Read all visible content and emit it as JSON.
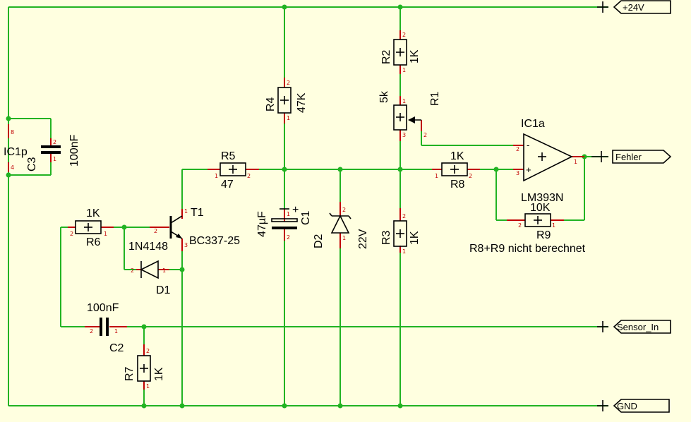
{
  "ports": {
    "vcc": "+24V",
    "fehler": "Fehler",
    "sensor": "Sensor_In",
    "gnd": "GND"
  },
  "components": {
    "R1": {
      "name": "R1",
      "value": "5k"
    },
    "R2": {
      "name": "R2",
      "value": "1K"
    },
    "R3": {
      "name": "R3",
      "value": "1K"
    },
    "R4": {
      "name": "R4",
      "value": "47K"
    },
    "R5": {
      "name": "R5",
      "value": "47"
    },
    "R6": {
      "name": "R6",
      "value": "1K"
    },
    "R7": {
      "name": "R7",
      "value": "1K"
    },
    "R8": {
      "name": "R8",
      "value": "1K"
    },
    "R9": {
      "name": "R9",
      "value": "10K"
    },
    "C1": {
      "name": "C1",
      "value": "47µF"
    },
    "C2": {
      "name": "C2",
      "value": "100nF"
    },
    "C3": {
      "name": "C3",
      "value": "100nF"
    },
    "D1": {
      "name": "D1",
      "value": "1N4148"
    },
    "D2": {
      "name": "D2",
      "value": "22V"
    },
    "T1": {
      "name": "T1",
      "value": "BC337-25"
    },
    "IC1a": {
      "name": "IC1a",
      "value": "LM393N"
    },
    "IC1p": {
      "name": "IC1p"
    }
  },
  "notes": {
    "r8r9": "R8+R9 nicht berechnet"
  },
  "pins": {
    "p1": "1",
    "p2": "2",
    "p3": "3",
    "p4": "4",
    "p8": "8",
    "minus": "-",
    "plus": "+"
  }
}
